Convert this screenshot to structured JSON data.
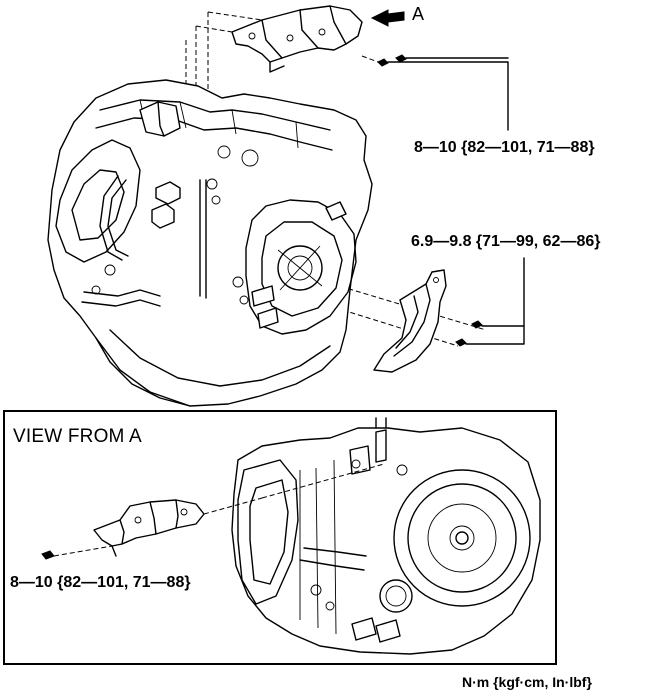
{
  "callouts": {
    "arrow_label": "A",
    "upper_torque": "8—10 {82—101, 71—88}",
    "mid_torque": "6.9—9.8 {71—99, 62—86}",
    "inset_title": "VIEW FROM A",
    "inset_torque": "8—10 {82—101, 71—88}",
    "units": "N·m {kgf·cm, In·lbf}"
  }
}
